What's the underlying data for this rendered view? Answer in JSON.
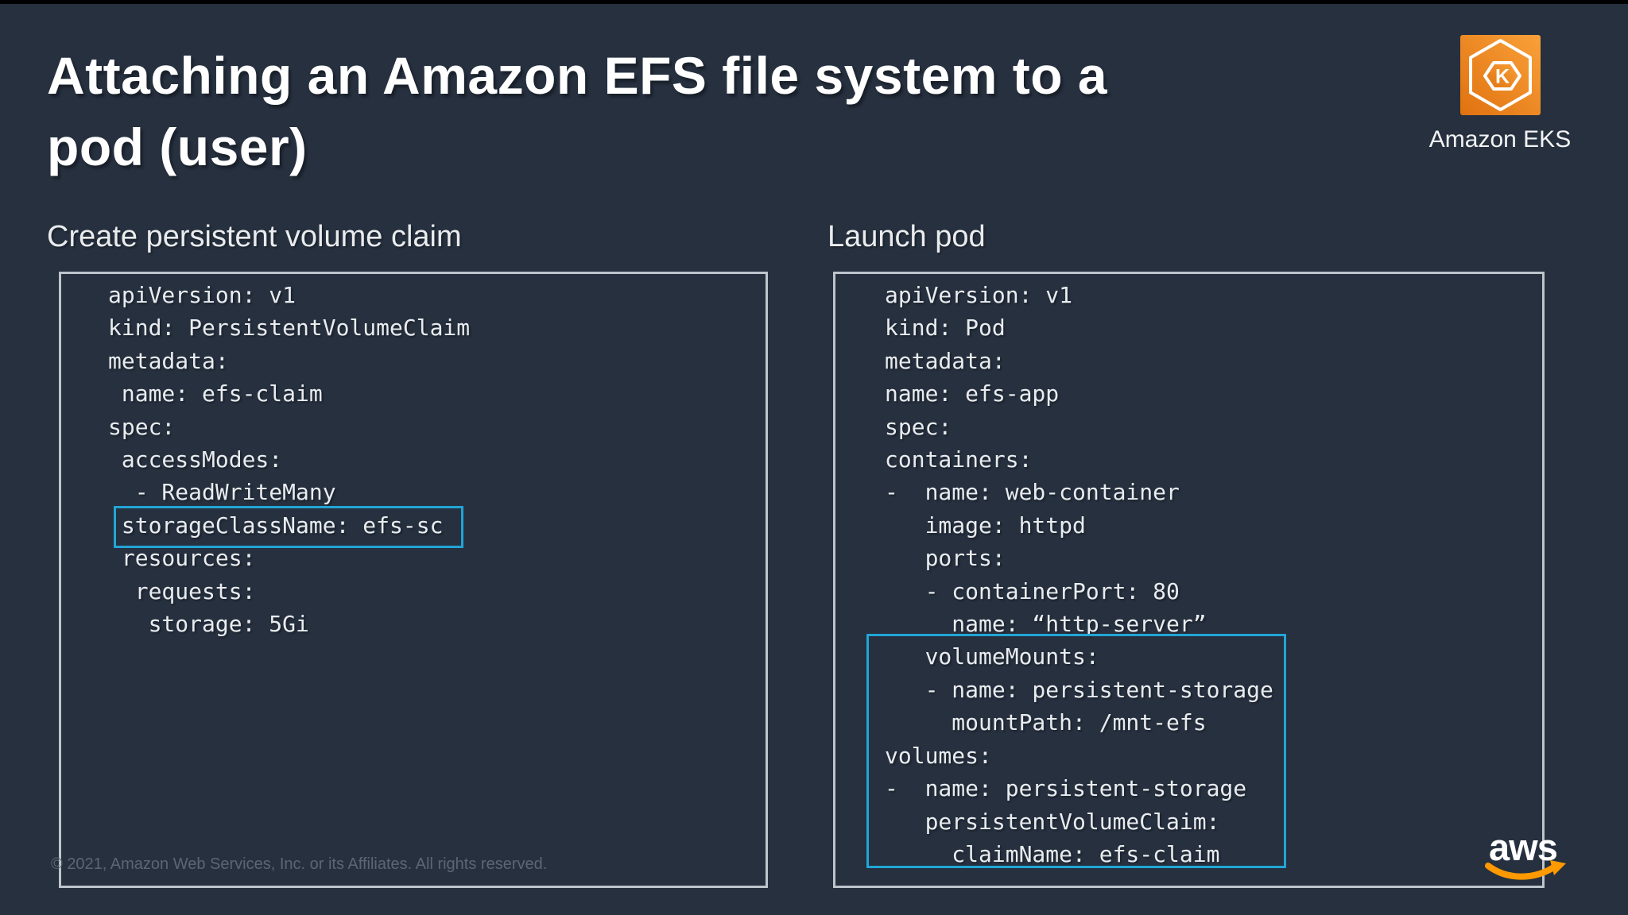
{
  "title": {
    "line1": "Attaching an Amazon EFS file system to a",
    "line2": "pod (user)"
  },
  "eks_logo": {
    "label": "Amazon EKS",
    "letter": "K"
  },
  "panels": {
    "left": {
      "heading": "Create persistent volume claim",
      "code_lines": [
        "apiVersion: v1",
        "kind: PersistentVolumeClaim",
        "metadata:",
        " name: efs-claim",
        "spec:",
        " accessModes:",
        "  - ReadWriteMany",
        " storageClassName: efs-sc",
        " resources:",
        "  requests:",
        "   storage: 5Gi"
      ]
    },
    "right": {
      "heading": "Launch pod",
      "code_lines": [
        "apiVersion: v1",
        "kind: Pod",
        "metadata:",
        "name: efs-app",
        "spec:",
        "containers:",
        "-  name: web-container",
        "   image: httpd",
        "   ports:",
        "   - containerPort: 80",
        "     name: “http-server”",
        "   volumeMounts:",
        "   - name: persistent-storage",
        "     mountPath: /mnt-efs",
        "volumes:",
        "-  name: persistent-storage",
        "   persistentVolumeClaim:",
        "     claimName: efs-claim"
      ]
    }
  },
  "footer": {
    "copyright": "© 2021, Amazon Web Services, Inc. or its Affiliates. All rights reserved.",
    "aws_wordmark": "aws"
  },
  "colors": {
    "background": "#26303F",
    "top_bar": "#000000",
    "box_border": "#BDC4CC",
    "highlight_cyan": "#21A5D6",
    "code_text": "#E9ECEF",
    "title_text": "#FFFFFF",
    "copyright_text": "#5C6673",
    "eks_orange_dark": "#E0720F",
    "eks_orange_light": "#F9A13A",
    "aws_smile_orange": "#FF9900"
  }
}
